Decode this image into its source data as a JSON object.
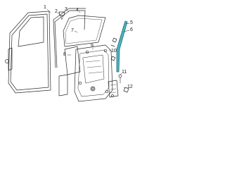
{
  "diagram": {
    "callouts": [
      "1",
      "2",
      "3",
      "4",
      "5",
      "6",
      "7",
      "8",
      "9",
      "10",
      "11",
      "12"
    ],
    "colors": {
      "line": "#2b2b2b",
      "highlight_fill": "#4fb3bf",
      "highlight_stroke": "#1f6f7a",
      "background": "#ffffff"
    }
  }
}
